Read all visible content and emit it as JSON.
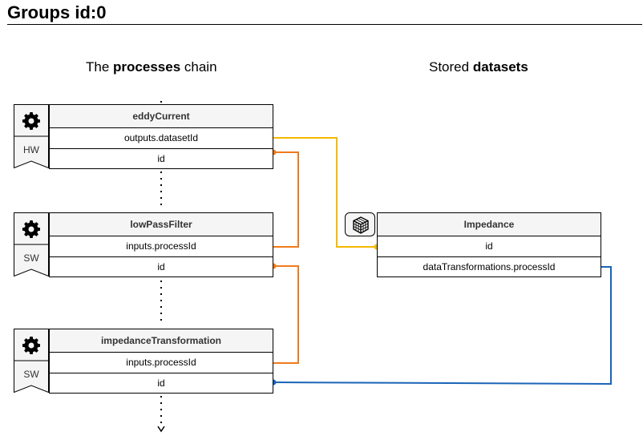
{
  "page": {
    "title": "Groups id:0"
  },
  "columns": {
    "left": {
      "prefix": "The ",
      "bold": "processes",
      "suffix": " chain"
    },
    "right": {
      "prefix": "Stored ",
      "bold": "datasets"
    }
  },
  "processes": [
    {
      "name": "eddyCurrent",
      "badge": "HW",
      "fields": [
        "outputs.datasetId",
        "id"
      ]
    },
    {
      "name": "lowPassFilter",
      "badge": "SW",
      "fields": [
        "inputs.processId",
        "id"
      ]
    },
    {
      "name": "impedanceTransformation",
      "badge": "SW",
      "fields": [
        "inputs.processId",
        "id"
      ]
    }
  ],
  "datasets": [
    {
      "name": "Impedance",
      "fields": [
        "id",
        "dataTransformations.processId"
      ]
    }
  ],
  "colors": {
    "output_link": "#f5b800",
    "process_link": "#f07b1b",
    "dataset_link": "#1a64b7",
    "header_fill": "#f5f5f5"
  },
  "icons": {
    "process": "gear-icon",
    "dataset": "cube-icon"
  }
}
